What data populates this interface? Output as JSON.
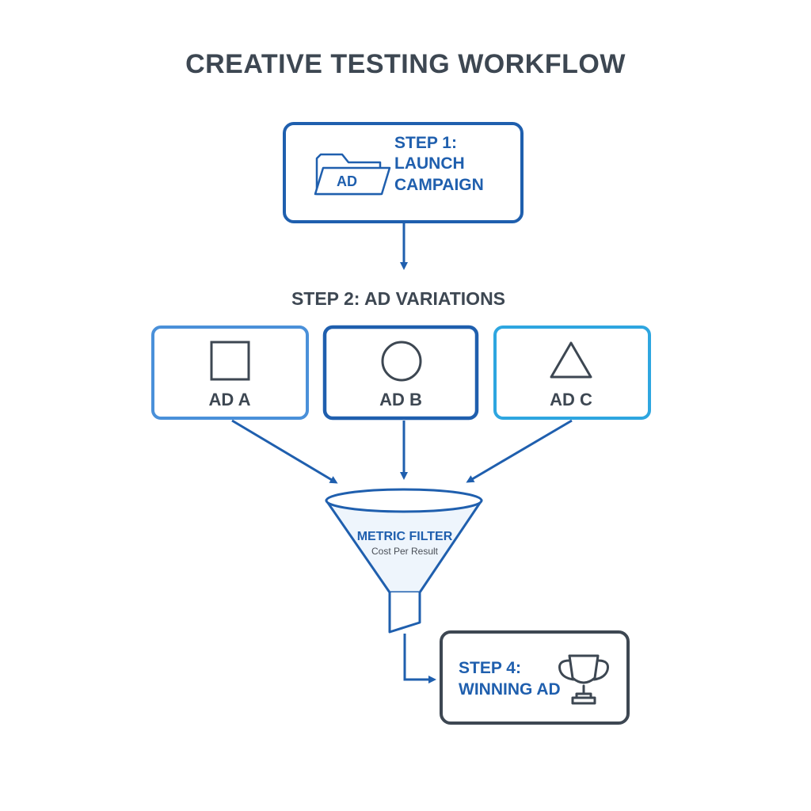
{
  "title": "CREATIVE TESTING WORKFLOW",
  "step1": {
    "line1": "STEP 1:",
    "line2": "LAUNCH",
    "line3": "CAMPAIGN",
    "icon": "folder-icon",
    "icon_badge": "AD"
  },
  "step2": {
    "label": "STEP 2: AD VARIATIONS",
    "ads": [
      {
        "label": "AD A",
        "icon": "square-icon",
        "color": "#4a90d9"
      },
      {
        "label": "AD B",
        "icon": "circle-icon",
        "color": "#1f5fae"
      },
      {
        "label": "AD C",
        "icon": "triangle-icon",
        "color": "#2ea6e0"
      }
    ]
  },
  "filter": {
    "title": "METRIC FILTER",
    "subtitle": "Cost Per Result",
    "icon": "funnel-icon"
  },
  "step4": {
    "line1": "STEP 4:",
    "line2": "WINNING AD",
    "icon": "trophy-icon"
  },
  "colors": {
    "primary": "#1f5fae",
    "dark": "#3d4752",
    "light_blue": "#4a90d9",
    "cyan": "#2ea6e0"
  }
}
